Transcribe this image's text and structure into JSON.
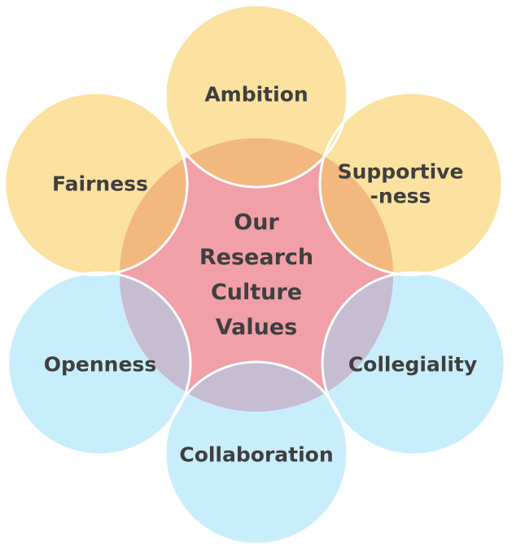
{
  "center": {
    "lines": [
      "Our",
      "Research",
      "Culture",
      "Values"
    ],
    "color": "#f0a0a6"
  },
  "petals": [
    {
      "key": "ambition",
      "lines": [
        "Ambition"
      ],
      "color": "#fbe2a0"
    },
    {
      "key": "supportiveness",
      "lines": [
        "Supportive",
        "-ness"
      ],
      "color": "#fbe2a0"
    },
    {
      "key": "collegiality",
      "lines": [
        "Collegiality"
      ],
      "color": "#c9eefb"
    },
    {
      "key": "collaboration",
      "lines": [
        "Collaboration"
      ],
      "color": "#c9eefb"
    },
    {
      "key": "openness",
      "lines": [
        "Openness"
      ],
      "color": "#c9eefb"
    },
    {
      "key": "fairness",
      "lines": [
        "Fairness"
      ],
      "color": "#fbe2a0"
    }
  ],
  "overlap_colors": {
    "warm": "#f3b87e",
    "cool": "#c6bdd3"
  }
}
